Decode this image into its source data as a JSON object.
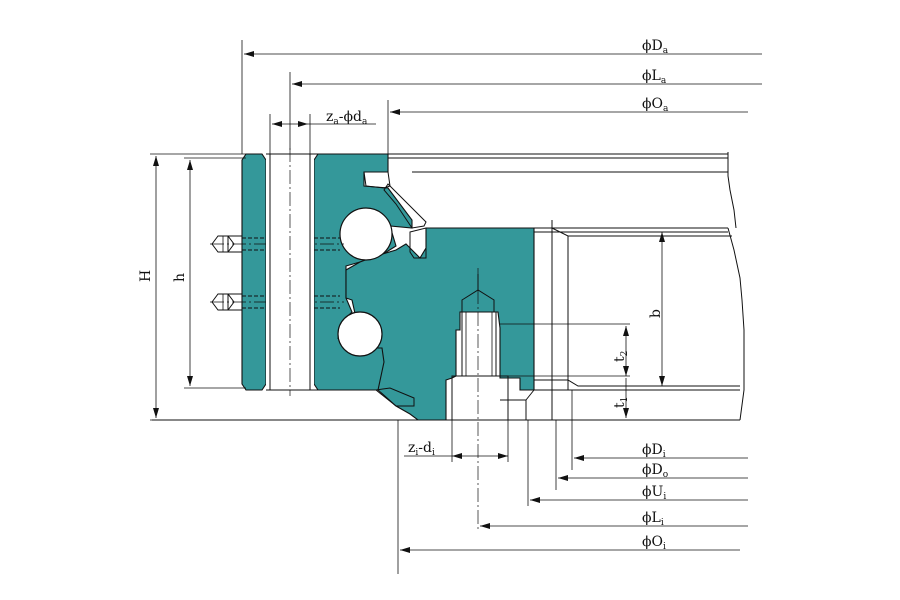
{
  "colors": {
    "ring_fill": "#34989a",
    "line": "#111111",
    "background": "#ffffff"
  },
  "labels": {
    "outer_diameter": {
      "base": "ϕD",
      "sub": "a"
    },
    "outer_bolt_circle": {
      "base": "ϕL",
      "sub": "a"
    },
    "outer_ring_bore": {
      "base": "ϕO",
      "sub": "a"
    },
    "outer_holes": {
      "base": "z",
      "sub": "a",
      "mid": "-ϕd",
      "sub2": "a"
    },
    "inner_holes": {
      "base": "z",
      "sub": "i",
      "mid": "-d",
      "sub2": "i"
    },
    "inner_diameter": {
      "base": "ϕD",
      "sub": "i"
    },
    "pitch_diameter": {
      "base": "ϕD",
      "sub": "o"
    },
    "inner_ring_od": {
      "base": "ϕU",
      "sub": "i"
    },
    "inner_bolt_circle": {
      "base": "ϕL",
      "sub": "i"
    },
    "inner_ring_id": {
      "base": "ϕO",
      "sub": "i"
    },
    "total_height": "H",
    "ring_height": "h",
    "gear_width": "b",
    "t1": {
      "base": "t",
      "sub": "1"
    },
    "t2": {
      "base": "t",
      "sub": "2"
    }
  }
}
